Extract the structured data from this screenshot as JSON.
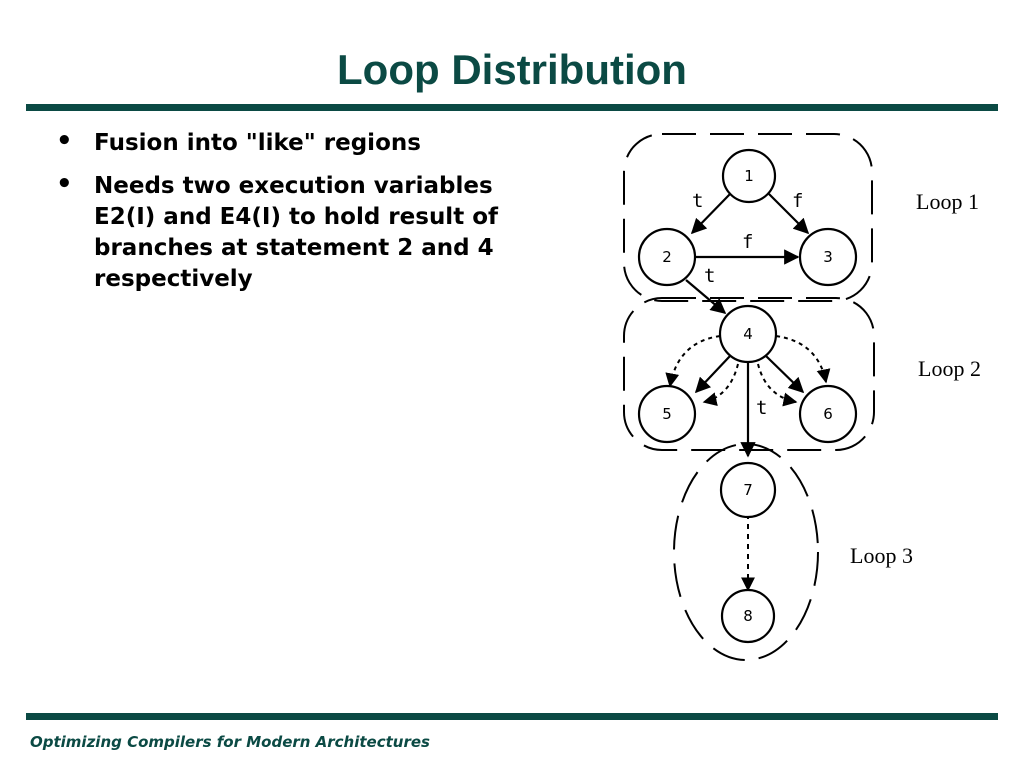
{
  "header": {
    "title": "Loop Distribution"
  },
  "bullets": [
    "Fusion into \"like\" regions",
    "Needs two execution variables E2(I) and E4(I)  to hold result of branches at statement 2 and 4 respectively"
  ],
  "footer": {
    "text": "Optimizing Compilers for Modern Architectures"
  },
  "diagram": {
    "nodes": [
      "1",
      "2",
      "3",
      "4",
      "5",
      "6",
      "7",
      "8"
    ],
    "edges": [
      {
        "from": "1",
        "to": "2",
        "label": "t",
        "style": "solid"
      },
      {
        "from": "1",
        "to": "3",
        "label": "f",
        "style": "solid"
      },
      {
        "from": "2",
        "to": "3",
        "label": "f",
        "style": "solid"
      },
      {
        "from": "2",
        "to": "4",
        "label": "t",
        "style": "solid"
      },
      {
        "from": "4",
        "to": "5",
        "label": "",
        "style": "solid"
      },
      {
        "from": "4",
        "to": "6",
        "label": "",
        "style": "solid"
      },
      {
        "from": "4",
        "to": "5",
        "label": "",
        "style": "dotted"
      },
      {
        "from": "4",
        "to": "6",
        "label": "",
        "style": "dotted"
      },
      {
        "from": "4",
        "to": "7",
        "label": "t",
        "style": "solid"
      },
      {
        "from": "7",
        "to": "8",
        "label": "",
        "style": "dotted"
      }
    ],
    "loops": [
      {
        "label": "Loop 1",
        "nodes": [
          "1",
          "2",
          "3"
        ]
      },
      {
        "label": "Loop 2",
        "nodes": [
          "4",
          "5",
          "6"
        ]
      },
      {
        "label": "Loop 3",
        "nodes": [
          "7",
          "8"
        ]
      }
    ],
    "colors": {
      "title": "#0b4a44",
      "ink": "#000000"
    }
  }
}
